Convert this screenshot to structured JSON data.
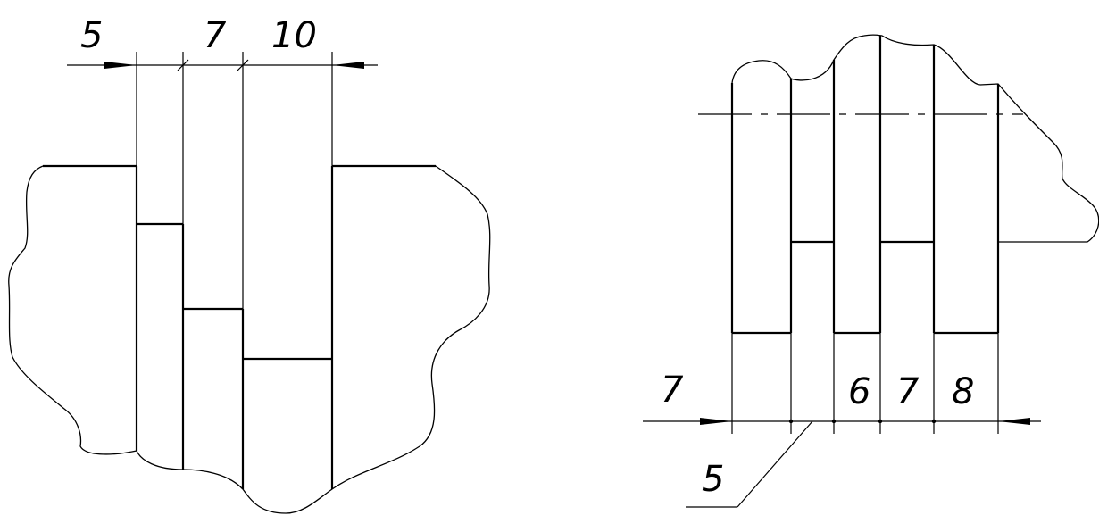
{
  "left_view": {
    "dimensions": [
      "5",
      "7",
      "10"
    ]
  },
  "right_view": {
    "dimensions": [
      "7",
      "6",
      "7",
      "8"
    ],
    "leader_dimension": "5"
  }
}
